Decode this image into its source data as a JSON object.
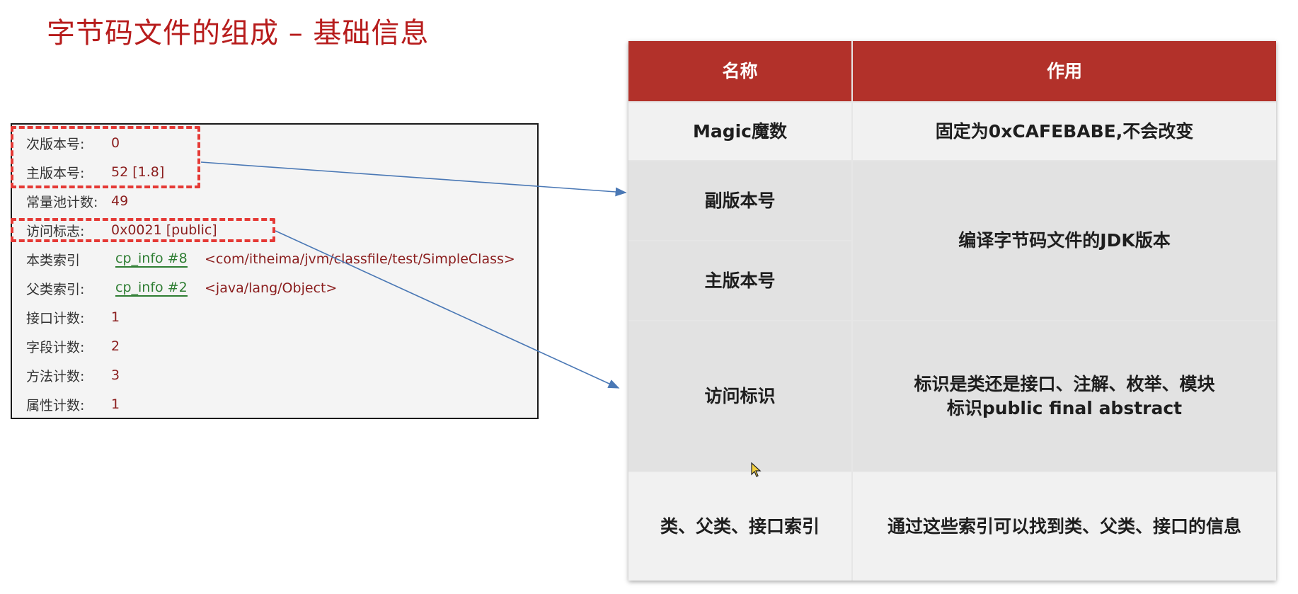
{
  "title": "字节码文件的组成 – 基础信息",
  "info_panel": {
    "rows": [
      {
        "label": "次版本号:",
        "value": "0"
      },
      {
        "label": "主版本号:",
        "value": "52 [1.8]"
      },
      {
        "label": "常量池计数:",
        "value": "49"
      },
      {
        "label": "访问标志:",
        "value": "0x0021 [public]"
      },
      {
        "label": "本类索引",
        "link": "cp_info #8",
        "ref": "<com/itheima/jvm/classfile/test/SimpleClass>"
      },
      {
        "label": "父类索引:",
        "link": "cp_info #2",
        "ref": "<java/lang/Object>"
      },
      {
        "label": "接口计数:",
        "value": "1"
      },
      {
        "label": "字段计数:",
        "value": "2"
      },
      {
        "label": "方法计数:",
        "value": "3"
      },
      {
        "label": "属性计数:",
        "value": "1"
      }
    ]
  },
  "table": {
    "headers": [
      "名称",
      "作用"
    ],
    "rows": [
      {
        "name": "Magic魔数",
        "purpose": "固定为0xCAFEBABE,不会改变"
      },
      {
        "name": "副版本号",
        "purpose": "编译字节码文件的JDK版本"
      },
      {
        "name": "主版本号",
        "purpose": ""
      },
      {
        "name": "访问标识",
        "purpose_line1": "标识是类还是接口、注解、枚举、模块",
        "purpose_line2": "标识public final abstract"
      },
      {
        "name": "类、父类、接口索引",
        "purpose": "通过这些索引可以找到类、父类、接口的信息"
      }
    ]
  },
  "colors": {
    "title": "#b71c1c",
    "header_bg": "#b2312a",
    "highlight_border": "#e53935",
    "arrow": "#4a78b5",
    "value_text": "#8b1e1e",
    "link_text": "#2e7d32"
  }
}
